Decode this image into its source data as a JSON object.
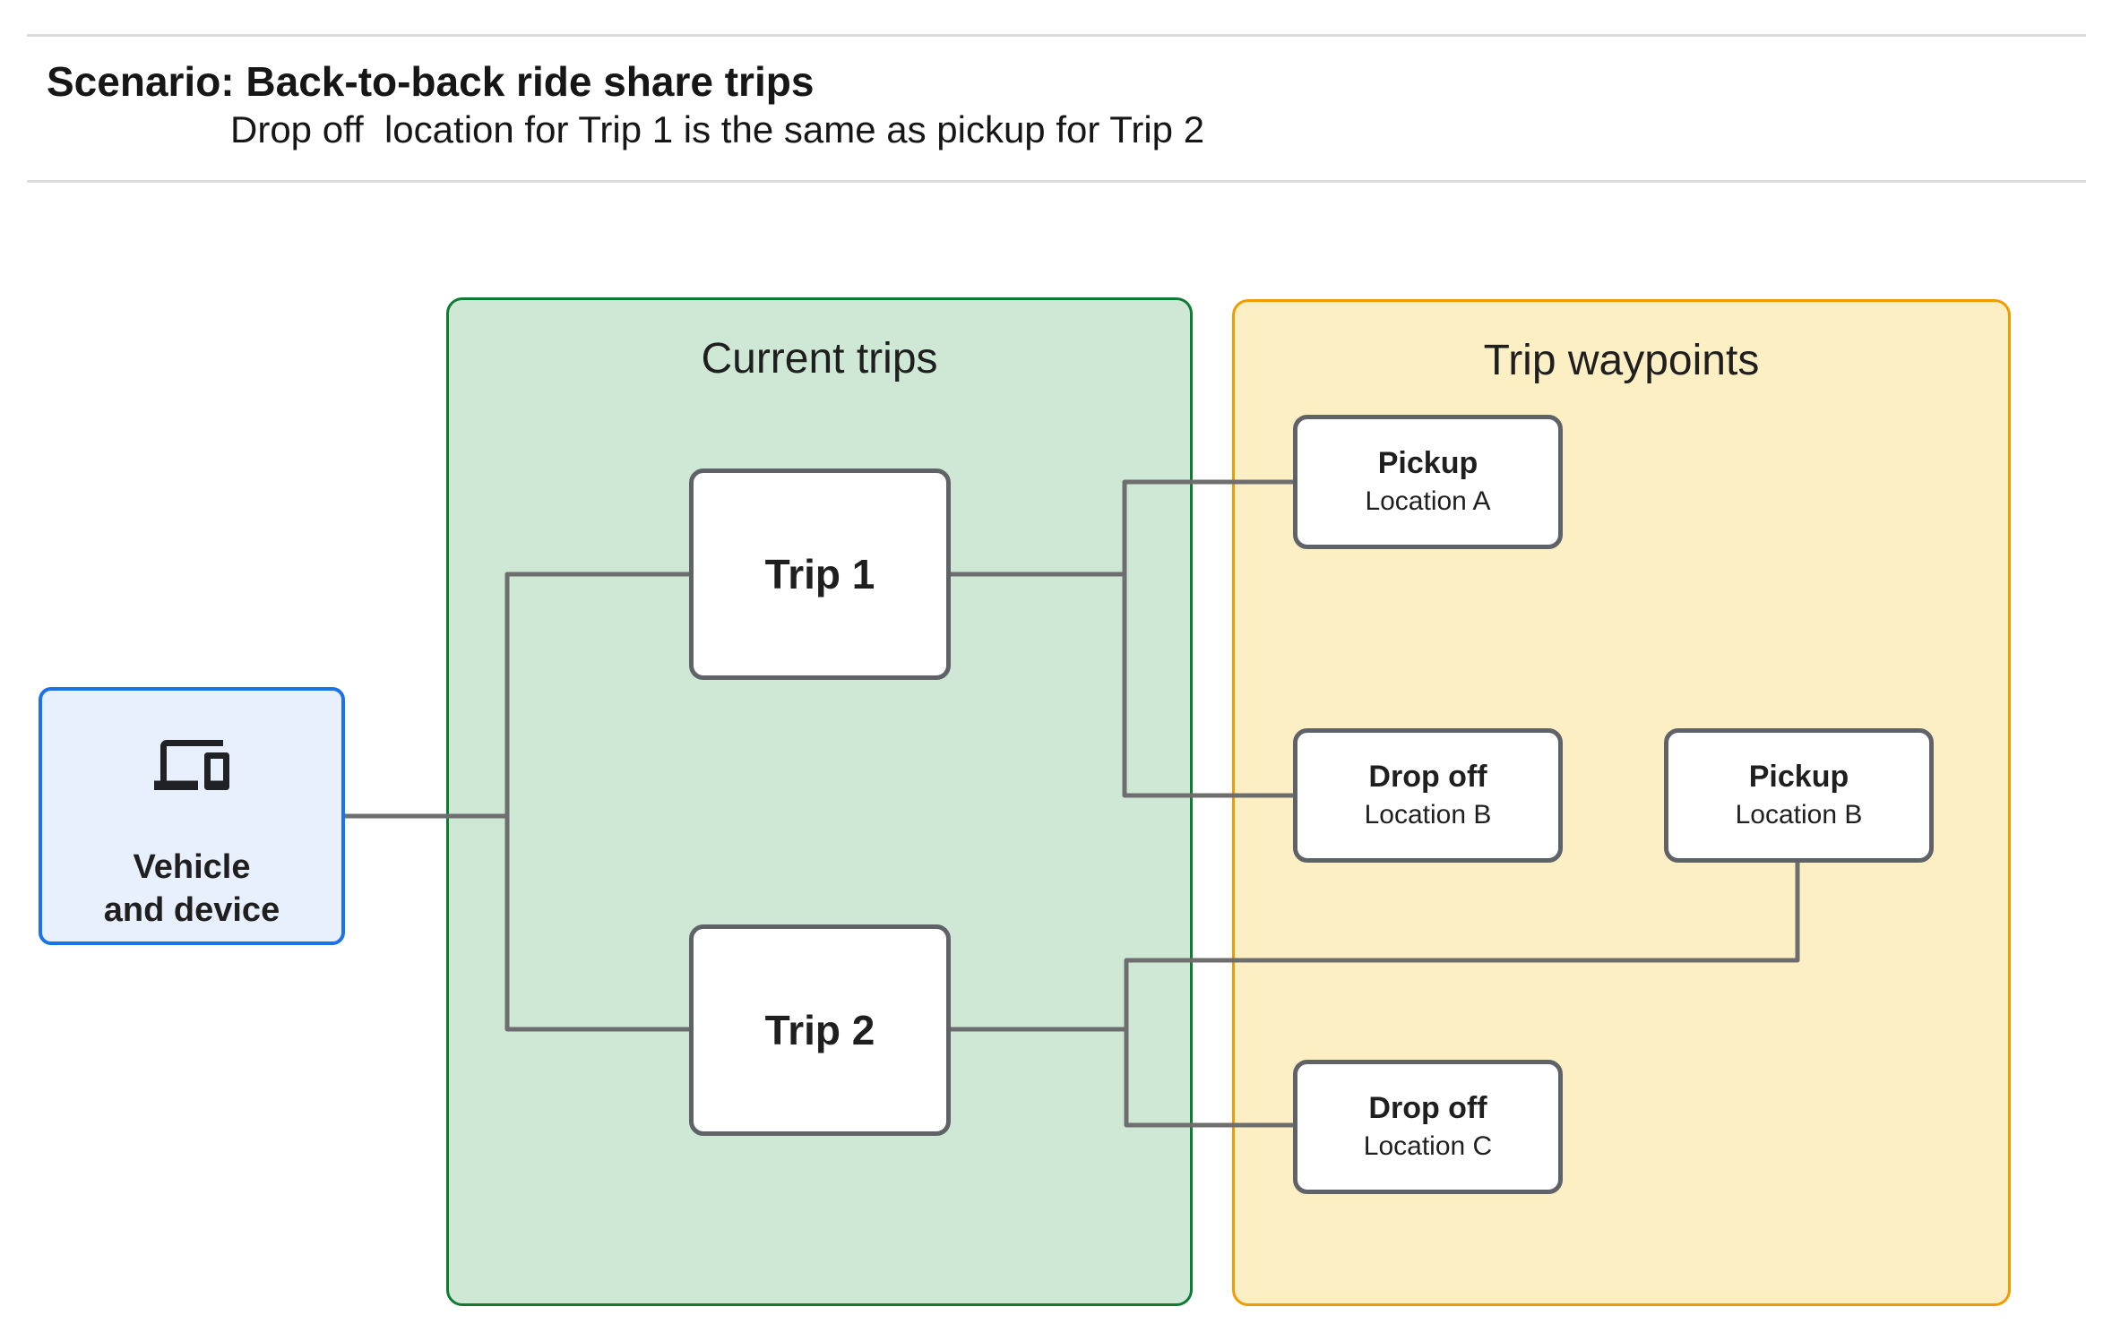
{
  "header": {
    "title": "Scenario: Back-to-back ride share trips",
    "subtitle": "Drop off  location for Trip 1 is the same as pickup for Trip 2"
  },
  "vehicle": {
    "label": "Vehicle\nand device",
    "icon": "devices-icon"
  },
  "panels": {
    "current_trips": {
      "title": "Current trips"
    },
    "trip_waypoints": {
      "title": "Trip waypoints"
    }
  },
  "trips": [
    {
      "label": "Trip 1"
    },
    {
      "label": "Trip 2"
    }
  ],
  "waypoints": [
    {
      "title": "Pickup",
      "location": "Location A"
    },
    {
      "title": "Drop off",
      "location": "Location B"
    },
    {
      "title": "Pickup",
      "location": "Location B"
    },
    {
      "title": "Drop off",
      "location": "Location C"
    }
  ],
  "colors": {
    "current_trips_fill": "#cfe8d6",
    "current_trips_border": "#0e7b33",
    "trip_waypoints_fill": "#fdefc4",
    "trip_waypoints_border": "#f19b00",
    "vehicle_fill": "#e8f0fe",
    "vehicle_border": "#1a73e8",
    "node_border": "#5f6368",
    "connector": "#6e6e6e",
    "divider": "#dcdcdc"
  }
}
